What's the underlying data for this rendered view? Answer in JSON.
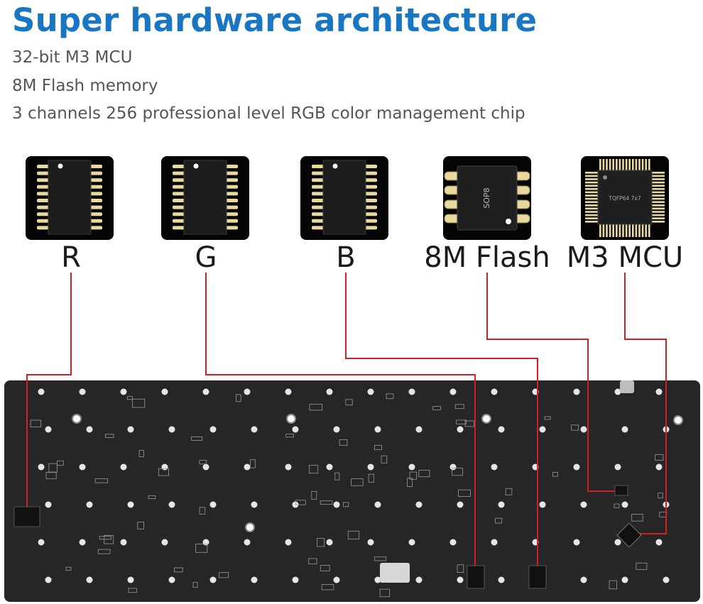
{
  "header": {
    "title": "Super hardware architecture",
    "specs": [
      "32-bit M3 MCU",
      "8M Flash memory",
      "3 channels 256 professional level RGB color management chip"
    ]
  },
  "chips": [
    {
      "label": "R",
      "package": "tssop"
    },
    {
      "label": "G",
      "package": "tssop"
    },
    {
      "label": "B",
      "package": "tssop"
    },
    {
      "label": "8M Flash",
      "package": "sop8",
      "marking": "SOP8"
    },
    {
      "label": "M3 MCU",
      "package": "tqfp",
      "marking": "TQFP64 7x7"
    }
  ],
  "colors": {
    "title": "#1976c2",
    "spec_text": "#555555",
    "chip_bg": "#050505",
    "pin_gold": "#e8d9a0",
    "pcb": "#262626",
    "trace": "#d21f26"
  }
}
